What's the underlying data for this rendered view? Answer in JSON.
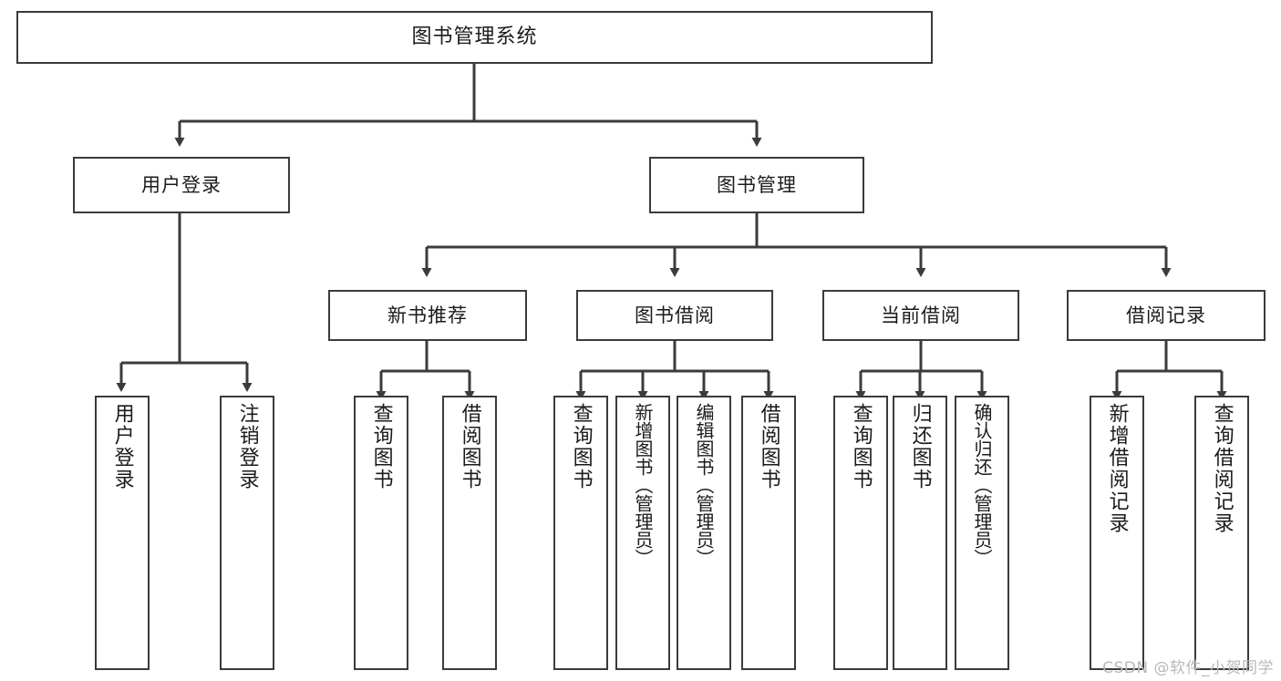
{
  "diagram": {
    "title": "图书管理系统",
    "type": "tree",
    "watermark": "CSDN @软件_小贺同学",
    "colors": {
      "stroke": "#3b3b3b",
      "fill": "#ffffff",
      "text": "#1b1b1b",
      "watermark": "#b9b9b9"
    },
    "root": {
      "label": "图书管理系统"
    },
    "level1": [
      {
        "label": "用户登录"
      },
      {
        "label": "图书管理"
      }
    ],
    "level2": [
      {
        "label": "新书推荐"
      },
      {
        "label": "图书借阅"
      },
      {
        "label": "当前借阅"
      },
      {
        "label": "借阅记录"
      }
    ],
    "leaves": {
      "user_login": [
        {
          "label": "用户登录"
        },
        {
          "label": "注销登录"
        }
      ],
      "new_book_recommend": [
        {
          "label": "查询图书"
        },
        {
          "label": "借阅图书"
        }
      ],
      "book_borrow": [
        {
          "label": "查询图书"
        },
        {
          "label": "新增图书（管理员）"
        },
        {
          "label": "编辑图书（管理员）"
        },
        {
          "label": "借阅图书"
        }
      ],
      "current_borrow": [
        {
          "label": "查询图书"
        },
        {
          "label": "归还图书"
        },
        {
          "label": "确认归还（管理员）"
        }
      ],
      "borrow_record": [
        {
          "label": "新增借阅记录"
        },
        {
          "label": "查询借阅记录"
        }
      ]
    }
  }
}
